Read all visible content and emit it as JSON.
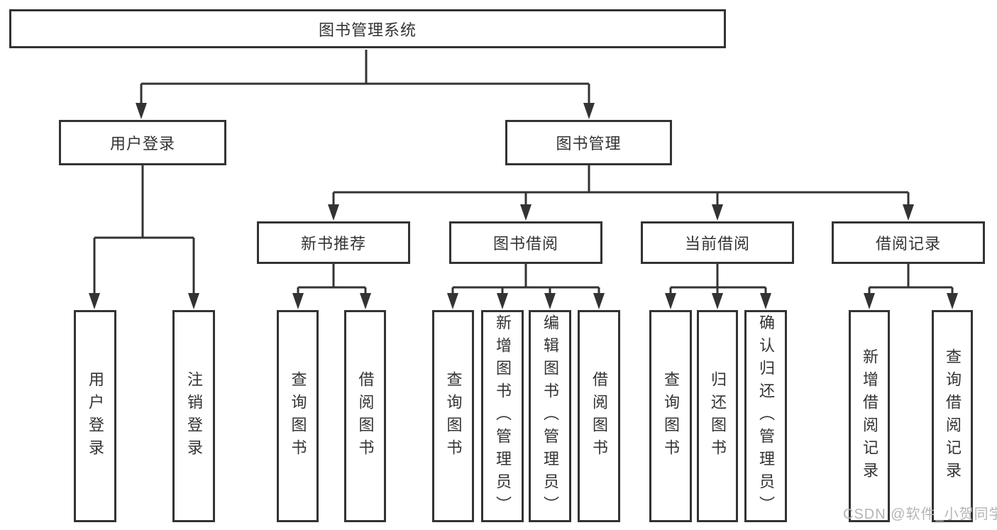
{
  "tree": {
    "label": "图书管理系统",
    "children": [
      {
        "label": "用户登录",
        "children": [
          {
            "label": "用户登录"
          },
          {
            "label": "注销登录"
          }
        ]
      },
      {
        "label": "图书管理",
        "children": [
          {
            "label": "新书推荐",
            "children": [
              {
                "label": "查询图书"
              },
              {
                "label": "借阅图书"
              }
            ]
          },
          {
            "label": "图书借阅",
            "children": [
              {
                "label": "查询图书"
              },
              {
                "label": "新增图书（管理员）"
              },
              {
                "label": "编辑图书（管理员）"
              },
              {
                "label": "借阅图书"
              }
            ]
          },
          {
            "label": "当前借阅",
            "children": [
              {
                "label": "查询图书"
              },
              {
                "label": "归还图书"
              },
              {
                "label": "确认归还（管理员）"
              }
            ]
          },
          {
            "label": "借阅记录",
            "children": [
              {
                "label": "新增借阅记录"
              },
              {
                "label": "查询借阅记录"
              }
            ]
          }
        ]
      }
    ]
  },
  "watermark": {
    "text": "CSDN @软件_小贺同学"
  },
  "colors": {
    "line": "#333333",
    "box_border": "#333333",
    "box_background": "#ffffff",
    "text": "#333333",
    "watermark": "#b5b5b5",
    "page_background": "#ffffff"
  }
}
